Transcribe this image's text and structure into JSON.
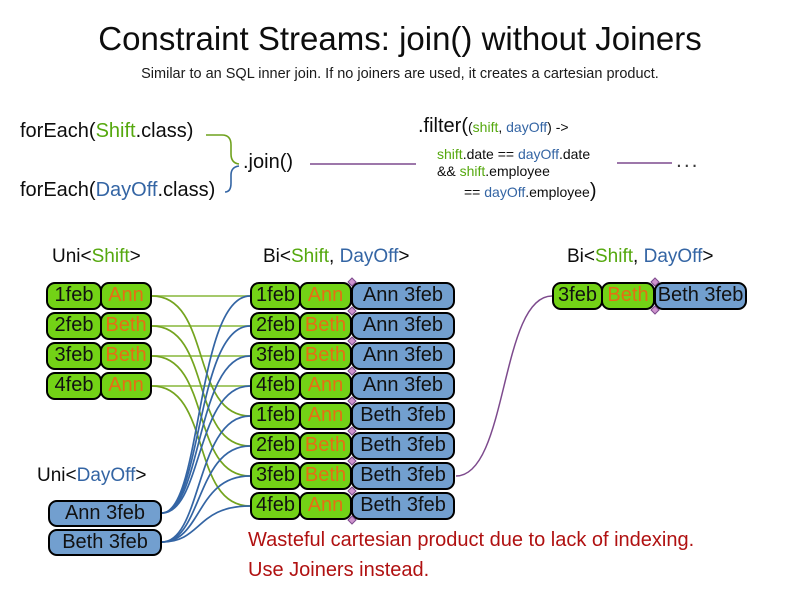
{
  "title": "Constraint Streams: join() without Joiners",
  "subtitle": "Similar to an SQL inner join. If no joiners are used, it creates a cartesian product.",
  "code": {
    "for_each_shift": {
      "pre": "forEach(",
      "cls": "Shift",
      "post": ".class)"
    },
    "for_each_dayoff": {
      "pre": "forEach(",
      "cls": "DayOff",
      "post": ".class)"
    },
    "join": ".join()",
    "filter": {
      "l1_big": ".filter(",
      "l1_paren": "(",
      "l1_shift": "shift",
      "l1_comma": ", ",
      "l1_dayoff": "dayOff",
      "l1_post": ") ->",
      "l2_shift": "shift",
      "l2_mid": ".date == ",
      "l2_dayoff": "dayOff",
      "l2_post": ".date",
      "l3_pre": "&& ",
      "l3_shift": "shift",
      "l3_post": ".employee",
      "l4_pre": "== ",
      "l4_dayoff": "dayOff",
      "l4_post": ".employee",
      "l4_paren": ")"
    },
    "ellipsis": "..."
  },
  "headers": {
    "uni_shift": {
      "pre": "Uni<",
      "type": "Shift",
      "post": ">"
    },
    "bi_middle": {
      "pre": "Bi<",
      "t1": "Shift",
      "sep": ", ",
      "t2": "DayOff",
      "post": ">"
    },
    "bi_right": {
      "pre": "Bi<",
      "t1": "Shift",
      "sep": ", ",
      "t2": "DayOff",
      "post": ">"
    },
    "uni_dayoff": {
      "pre": "Uni<",
      "type": "DayOff",
      "post": ">"
    }
  },
  "tables": {
    "uni_shift": {
      "rows": [
        {
          "date": "1feb",
          "name": "Ann"
        },
        {
          "date": "2feb",
          "name": "Beth"
        },
        {
          "date": "3feb",
          "name": "Beth"
        },
        {
          "date": "4feb",
          "name": "Ann"
        }
      ]
    },
    "bi_middle": {
      "rows": [
        {
          "date": "1feb",
          "name": "Ann",
          "dayoff": "Ann 3feb"
        },
        {
          "date": "2feb",
          "name": "Beth",
          "dayoff": "Ann 3feb"
        },
        {
          "date": "3feb",
          "name": "Beth",
          "dayoff": "Ann 3feb"
        },
        {
          "date": "4feb",
          "name": "Ann",
          "dayoff": "Ann 3feb"
        },
        {
          "date": "1feb",
          "name": "Ann",
          "dayoff": "Beth 3feb"
        },
        {
          "date": "2feb",
          "name": "Beth",
          "dayoff": "Beth 3feb"
        },
        {
          "date": "3feb",
          "name": "Beth",
          "dayoff": "Beth 3feb"
        },
        {
          "date": "4feb",
          "name": "Ann",
          "dayoff": "Beth 3feb"
        }
      ]
    },
    "bi_right": {
      "rows": [
        {
          "date": "3feb",
          "name": "Beth",
          "dayoff": "Beth 3feb"
        }
      ]
    },
    "uni_dayoff": {
      "rows": [
        {
          "label": "Ann 3feb"
        },
        {
          "label": "Beth 3feb"
        }
      ]
    }
  },
  "warning": {
    "line1": "Wasteful cartesian product due to lack of indexing.",
    "line2": "Use Joiners instead."
  },
  "colors": {
    "shift_green_fill": "#73D216",
    "dayoff_blue_fill": "#729FCF",
    "name_orange_text": "#E66E14",
    "shift_green_text": "#55A80E",
    "dayoff_blue_text": "#3465A4",
    "green_line": "#74A41F",
    "light_green_line": "#A5C96B",
    "blue_line": "#3465A4",
    "purple_line": "#7D4A8D",
    "warning_red": "#B01111"
  }
}
